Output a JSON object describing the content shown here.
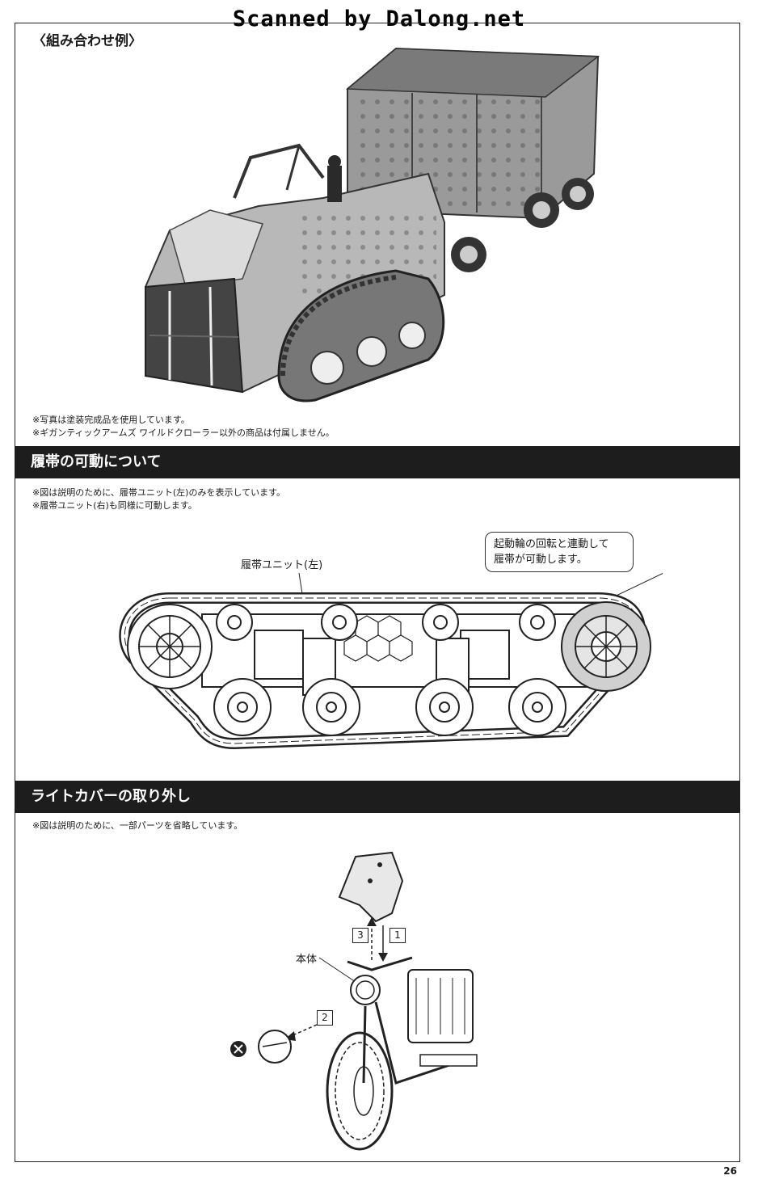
{
  "watermark": "Scanned by Dalong.net",
  "section1": {
    "title": "〈組み合わせ例〉",
    "notes": [
      "※写真は塗装完成品を使用しています。",
      "※ギガンティックアームズ ワイルドクローラー以外の商品は付属しません。"
    ]
  },
  "section2": {
    "title": "履帯の可動について",
    "notes": [
      "※図は説明のために、履帯ユニット(左)のみを表示しています。",
      "※履帯ユニット(右)も同様に可動します。"
    ],
    "label_unit": "履帯ユニット(左)",
    "callout": [
      "起動輪の回転と連動して",
      "履帯が可動します。"
    ]
  },
  "section3": {
    "title": "ライトカバーの取り外し",
    "note": "※図は説明のために、一部パーツを省略しています。",
    "label_body": "本体",
    "steps": [
      "3",
      "1",
      "2"
    ]
  },
  "page_number": "26"
}
